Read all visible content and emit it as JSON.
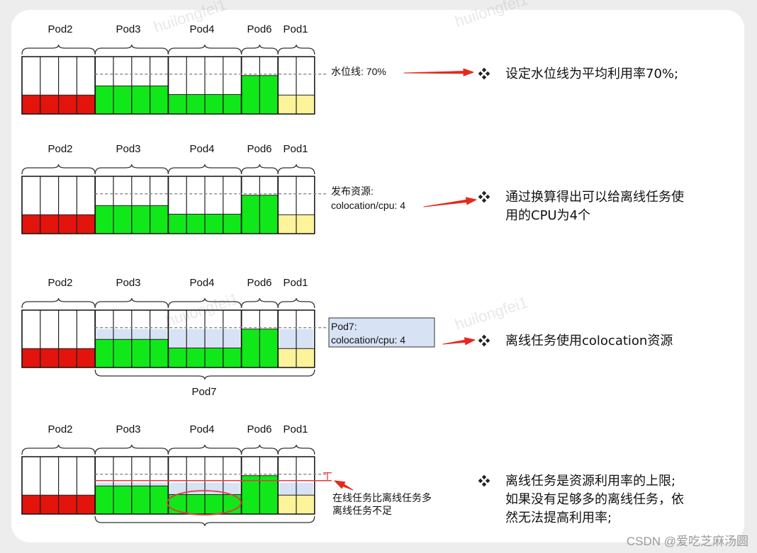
{
  "colors": {
    "red": "#e3140b",
    "green": "#11e81a",
    "yellow": "#fdf39a",
    "offline": "#d7e2f5",
    "arrow": "#e42a20",
    "limit_line": "#e33b3b",
    "dash": "#888888"
  },
  "pods": [
    "Pod2",
    "Pod3",
    "Pod4",
    "Pod6",
    "Pod1"
  ],
  "panels": [
    {
      "label_lines": [
        "水位线: 70%"
      ],
      "note": "设定水位线为平均利用率70%;"
    },
    {
      "label_lines": [
        "发布资源:",
        "colocation/cpu: 4"
      ],
      "note": "通过换算得出可以给离线任务使\n用的CPU为4个"
    },
    {
      "label_lines": [
        "Pod7:",
        "colocation/cpu: 4"
      ],
      "bottom_label": "Pod7",
      "note": "离线任务使用colocation资源"
    },
    {
      "label_lines": [
        "在线任务比离线任务多",
        "离线任务不足"
      ],
      "note": "离线任务是资源利用率的上限;\n如果没有足够多的离线任务，依\n然无法提高利用率;"
    }
  ],
  "bullet_icon": "diamond-bullet-icon",
  "watermark": "huilongfei1",
  "footer": "CSDN @爱吃芝麻汤圆"
}
